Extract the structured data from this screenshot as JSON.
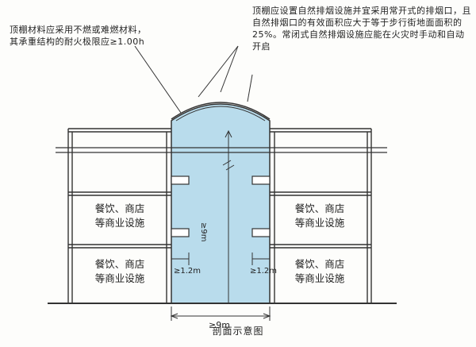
{
  "notes": {
    "left": "顶棚材料应采用不燃或难燃材料，其承重结构的耐火极限应≥1.00h",
    "right": "顶棚应设置自然排烟设施并宜采用常开式的排烟口，且自然排烟口的有效面积应大于等于步行街地面面积的25%。常闭式自然排烟设施应能在火灾时手动和自动开启"
  },
  "rooms": {
    "left_mid_line1": "餐饮、商店",
    "left_mid_line2": "等商业设施",
    "left_low_line1": "餐饮、商店",
    "left_low_line2": "等商业设施",
    "right_mid_line1": "餐饮、商店",
    "right_mid_line2": "等商业设施",
    "right_low_line1": "餐饮、商店",
    "right_low_line2": "等商业设施"
  },
  "dimensions": {
    "height": "≥9m",
    "width": "≥9m",
    "gap_left": "≥1.2m",
    "gap_right": "≥1.2m"
  },
  "caption": "剖面示意图",
  "colors": {
    "atrium_fill": "#b9dcec",
    "line": "#333333"
  }
}
